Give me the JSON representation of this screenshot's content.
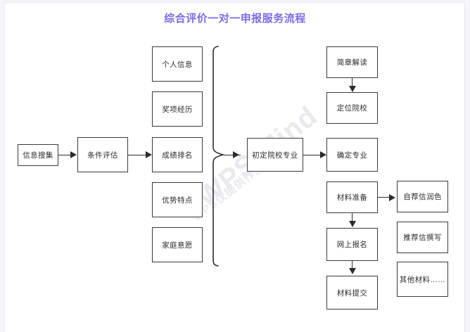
{
  "title": "综合评价一对一申报服务流程",
  "theme": {
    "title_color": "#7b6ae6",
    "node_border": "#3a3a3a",
    "node_fill": "#ffffff",
    "edge_color": "#2b2b2b",
    "canvas_background": "#ffffff",
    "watermark_color": "#e9e9ef"
  },
  "watermark": {
    "main": "WPS Mind",
    "sub": "WPS仅提供作图服务"
  },
  "nodes": {
    "info_collect": {
      "label": "信息搜集"
    },
    "condition_eval": {
      "label": "条件评估"
    },
    "personal_info": {
      "label": "个人信息"
    },
    "award_history": {
      "label": "奖项经历"
    },
    "score_rank": {
      "label": "成绩排名"
    },
    "strength_traits": {
      "label": "优势特点"
    },
    "family_wish": {
      "label": "家庭意愿"
    },
    "preselect_major": {
      "label": "初定院校专业"
    },
    "brochure_read": {
      "label": "简章解读"
    },
    "locate_school": {
      "label": "定位院校"
    },
    "confirm_major": {
      "label": "确定专业"
    },
    "material_prep": {
      "label": "材料准备"
    },
    "online_apply": {
      "label": "网上报名"
    },
    "material_submit": {
      "label": "材料提交"
    },
    "self_rec_letter": {
      "label": "自荐信润色"
    },
    "rec_letter": {
      "label": "推荐信撰写"
    },
    "other_materials": {
      "label": "其他材料……"
    }
  },
  "connectors": [
    {
      "from": "info_collect",
      "to": "condition_eval",
      "type": "arrow-right"
    },
    {
      "from": "condition_eval",
      "to": "score_rank",
      "type": "arrow-right"
    },
    {
      "from": "brace-group",
      "to": "preselect_major",
      "type": "arrow-right"
    },
    {
      "from": "preselect_major",
      "to": "confirm_major",
      "type": "arrow-right"
    },
    {
      "from": "brochure_read",
      "to": "locate_school",
      "type": "arrow-down"
    },
    {
      "from": "material_prep",
      "to": "self_rec_letter",
      "type": "arrow-right"
    },
    {
      "from": "material_prep",
      "to": "online_apply",
      "type": "arrow-down"
    },
    {
      "from": "online_apply",
      "to": "material_submit",
      "type": "arrow-down"
    }
  ]
}
